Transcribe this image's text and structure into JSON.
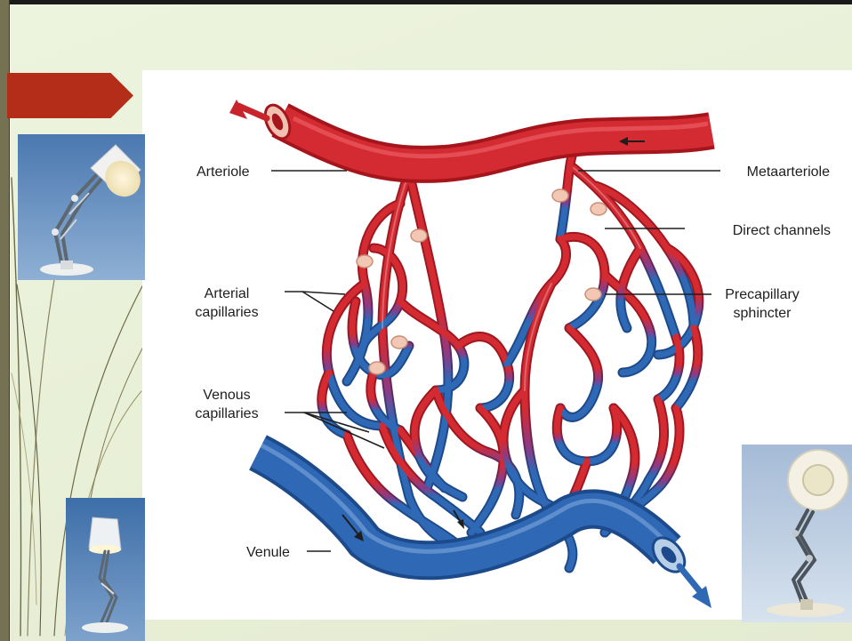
{
  "slide": {
    "accent_color": "#b32d18",
    "left_bar_color": "#757254",
    "background_color": "#eef3e2"
  },
  "diagram": {
    "labels": {
      "arteriole": "Arteriole",
      "metaarteriole": "Metaarteriole",
      "direct_channels": "Direct channels",
      "arterial_line1": "Arterial",
      "arterial_line2": "capillaries",
      "precapillary_line1": "Precapillary",
      "precapillary_line2": "sphincter",
      "venous_line1": "Venous",
      "venous_line2": "capillaries",
      "venule": "Venule"
    },
    "colors": {
      "artery_red": "#d42a32",
      "artery_dark": "#a4161c",
      "vein_blue": "#2f68b5",
      "vein_dark": "#1d4a8a",
      "sphincter_pink": "#f2c8b4"
    }
  },
  "images": {
    "lamp_top_left": "desk-lamp-photo",
    "lamp_bottom_left": "desk-lamp-photo",
    "lamp_bottom_right": "desk-lamp-photo"
  }
}
